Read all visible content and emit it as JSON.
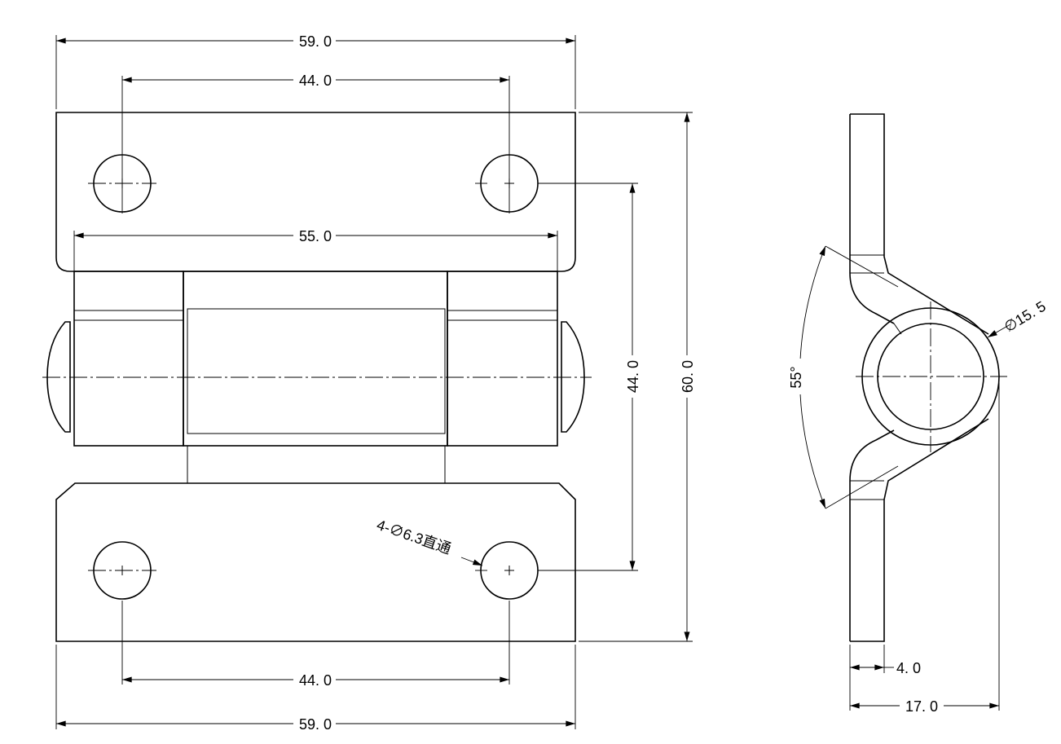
{
  "drawing": {
    "front_view": {
      "top_width": "59. 0",
      "top_hole_spacing": "44. 0",
      "knuckle_width": "55. 0",
      "vertical_hole_spacing": "44. 0",
      "overall_height": "60. 0",
      "hole_note": "4-∅6.3直通",
      "bottom_hole_spacing": "44. 0",
      "bottom_width": "59. 0"
    },
    "side_view": {
      "angle": "55°",
      "knuckle_diameter": "∅15. 5",
      "thickness": "4. 0",
      "depth": "17. 0"
    }
  }
}
